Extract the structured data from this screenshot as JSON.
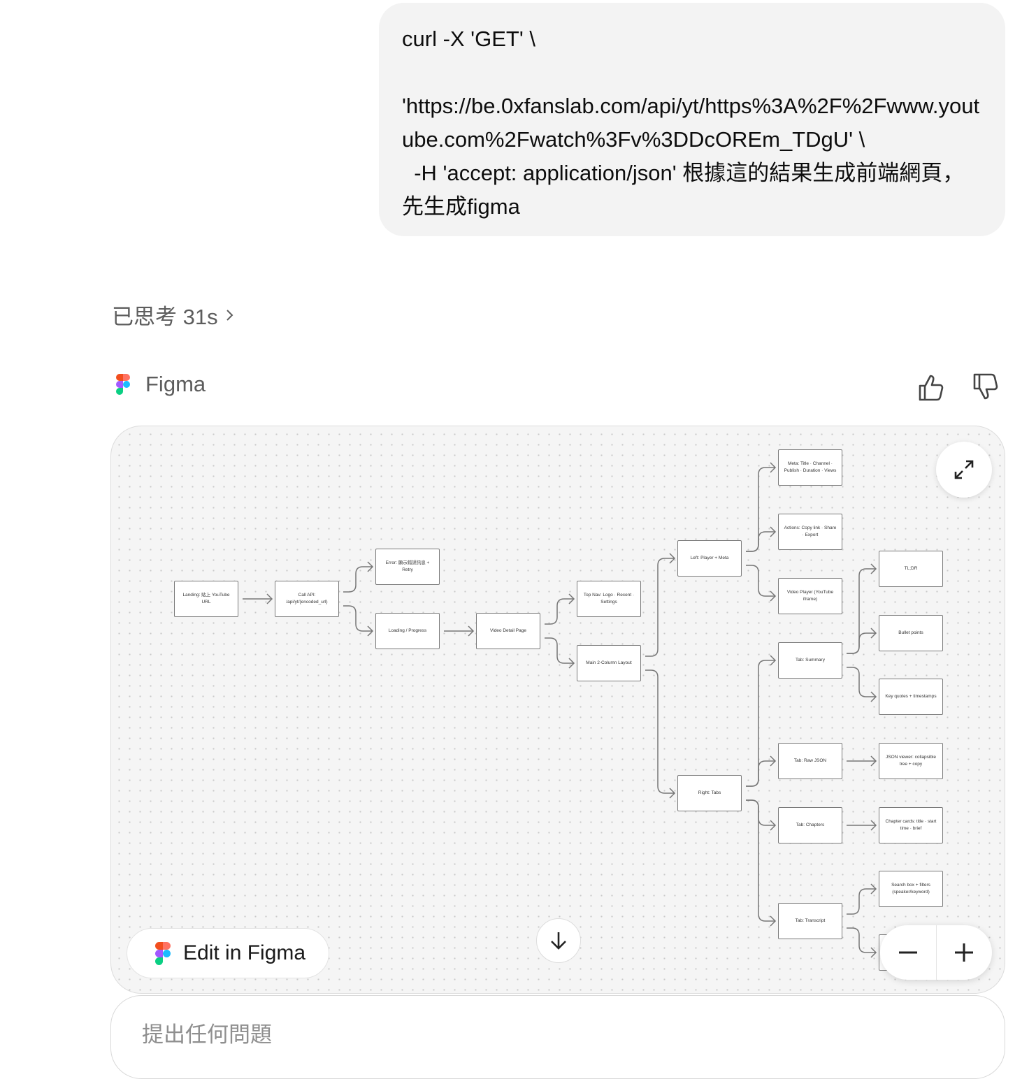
{
  "user_message": "curl -X 'GET' \\\n\n'https://be.0xfanslab.com/api/yt/https%3A%2F%2Fwww.youtube.com%2Fwatch%3Fv%3DDcOREm_TDgU' \\\n  -H 'accept: application/json' 根據這的結果生成前端網頁，先生成figma",
  "thought": {
    "label": "已思考 31s"
  },
  "tool": {
    "name": "Figma"
  },
  "diagram": {
    "nodes": [
      "Landing: 貼上 YouTube URL",
      "Call API: /api/yt/{encoded_url}",
      "Error: 顯示錯誤訊息 + Retry",
      "Loading / Progress",
      "Video Detail Page",
      "Top Nav: Logo · Recent · Settings",
      "Main 2-Column Layout",
      "Left: Player + Meta",
      "Right: Tabs",
      "Meta: Title · Channel · Publish · Duration · Views",
      "Actions: Copy link · Share · Export",
      "Video Player (YouTube iframe)",
      "Tab: Summary",
      "Tab: Raw JSON",
      "Tab: Chapters",
      "Tab: Transcript",
      "TL;DR",
      "Bullet points",
      "Key quotes + timestamps",
      "JSON viewer: collapsible tree + copy",
      "Chapter cards: title · start time · brief",
      "Search box + filters (speaker/keyword)",
      ""
    ]
  },
  "buttons": {
    "edit_in_figma": "Edit in Figma"
  },
  "composer": {
    "placeholder": "提出任何問題"
  },
  "colors": {
    "bubble": "#f3f3f3",
    "canvas": "#f5f5f5",
    "edge": "#777777"
  }
}
